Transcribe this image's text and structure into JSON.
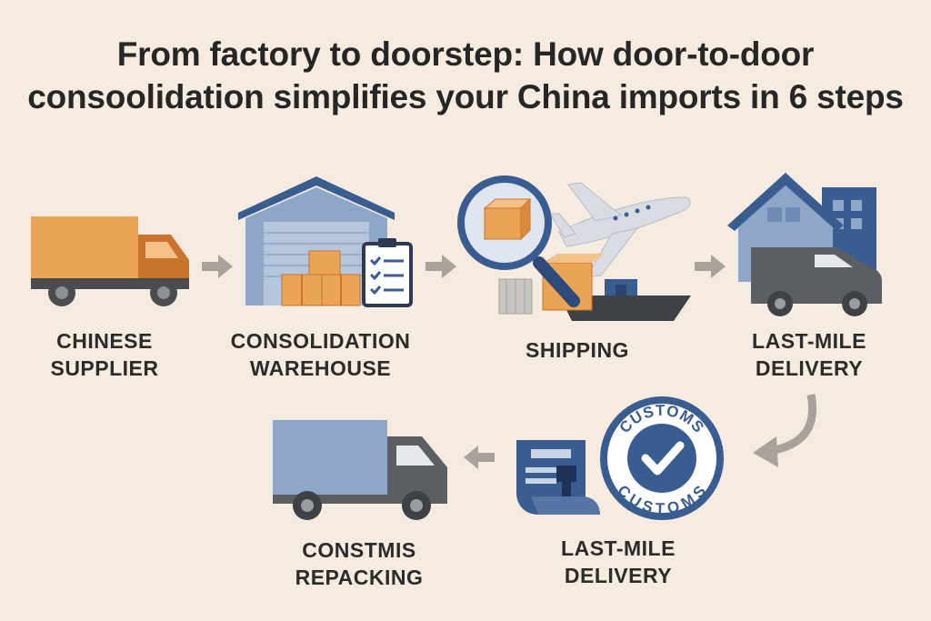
{
  "title": {
    "line1": "From factory to doorstep: How door-to-door",
    "line2": "consoolidation simplifies your China imports in 6 steps"
  },
  "steps": [
    {
      "line1": "CHINESE",
      "line2": "SUPPLIER",
      "icon": "truck-icon"
    },
    {
      "line1": "CONSOLIDATION",
      "line2": "WAREHOUSE",
      "icon": "warehouse-icon"
    },
    {
      "line1": "SHIPPING",
      "icon": "shipping-icon"
    },
    {
      "line1": "LAST-MILE",
      "line2": "DELIVERY",
      "icon": "house-van-icon"
    },
    {
      "line1": "LAST-MILE",
      "line2": "DELIVERY",
      "icon": "customs-stamp-icon"
    },
    {
      "line1": "CONSTMIS",
      "line2": "REPACKING",
      "icon": "delivery-truck-icon"
    }
  ],
  "stamp": {
    "top": "CUSTOMS",
    "bottom": "CUSTOMS"
  },
  "colors": {
    "background": "#f6ebe0",
    "orange": "#e9a455",
    "dark_orange": "#c8742f",
    "navy": "#3a5d91",
    "light_blue": "#8ea6c8",
    "gray": "#5b5e63",
    "arrow": "#a9a29c"
  }
}
